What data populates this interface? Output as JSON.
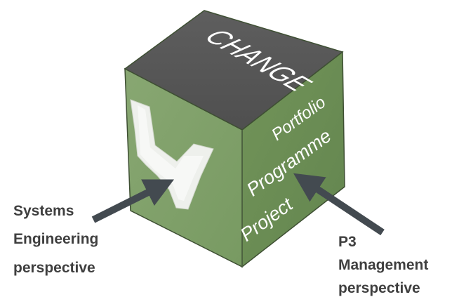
{
  "cube": {
    "top_label": "CHANGE",
    "right_face_labels": [
      "Portfolio",
      "Programme",
      "Project"
    ]
  },
  "captions": {
    "systems": [
      "Systems",
      "Engineering",
      "perspective"
    ],
    "p3": [
      "P3",
      "Management",
      "perspective"
    ]
  },
  "colors": {
    "top_face": "#595959",
    "left_face": "#7e9d68",
    "right_face": "#6b8d56",
    "edge": "#3e4f33",
    "arrow": "#434a50",
    "caption_text": "#3f3f3f",
    "face_text": "#ffffff"
  },
  "icons": {
    "left_face_symbol": "v-model-icon",
    "pointer_arrows": "arrow-icon"
  }
}
